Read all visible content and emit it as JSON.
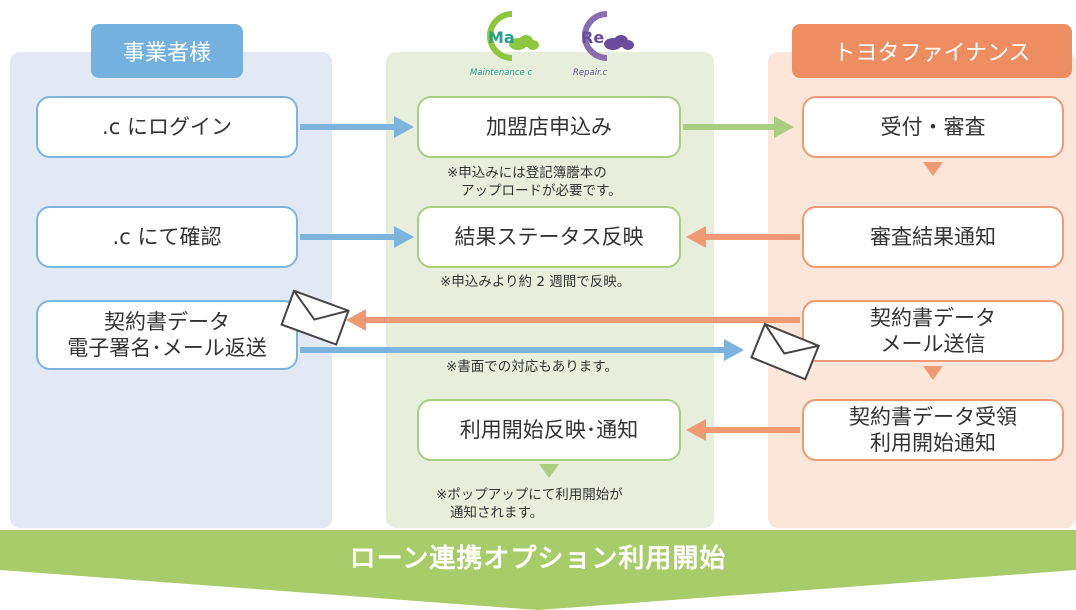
{
  "columns": {
    "left_header": "事業者様",
    "right_header": "トヨタファイナンス"
  },
  "logos": {
    "ma_text": "Ma",
    "ma_caption": "Maintenance c",
    "re_text": "Re",
    "re_caption": "Repair.c"
  },
  "left": {
    "login": ".c にログイン",
    "confirm": ".c にて確認",
    "contract_line1": "契約書データ",
    "contract_line2": "電子署名･メール返送"
  },
  "middle": {
    "apply": "加盟店申込み",
    "apply_note_line1": "※申込みには登記簿謄本の",
    "apply_note_line2": "アップロードが必要です。",
    "status": "結果ステータス反映",
    "status_note": "※申込みより約 2 週間で反映。",
    "paper_note": "※書面での対応もあります。",
    "start": "利用開始反映･通知",
    "start_note_line1": "※ポップアップにて利用開始が",
    "start_note_line2": "通知されます。"
  },
  "right": {
    "reception": "受付・審査",
    "result_notice": "審査結果通知",
    "contract_line1": "契約書データ",
    "contract_line2": "メール送信",
    "received_line1": "契約書データ受領",
    "received_line2": "利用開始通知"
  },
  "banner": "ローン連携オプション利用開始",
  "colors": {
    "blue": "#7db4de",
    "green": "#a9ce82",
    "orange": "#ef8d62",
    "banner": "#a9cc6a"
  }
}
